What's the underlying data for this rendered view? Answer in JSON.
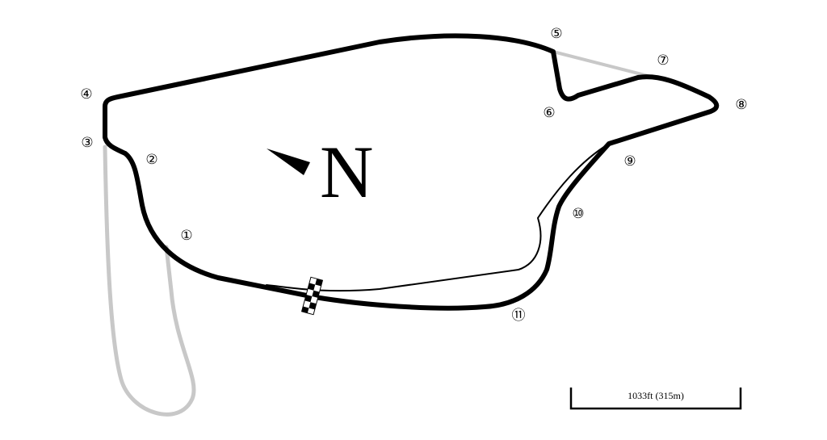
{
  "colors": {
    "background": "#ffffff",
    "main_track": "#000000",
    "unused_track": "#c8c8c8"
  },
  "north_arrow": {
    "letter": "N",
    "icon": "north-arrow-icon"
  },
  "start_finish": {
    "icon": "checkered-flag-icon"
  },
  "scale_bar": {
    "label": "1033ft (315m)"
  },
  "corners": [
    {
      "id": "1",
      "glyph": "①"
    },
    {
      "id": "2",
      "glyph": "②"
    },
    {
      "id": "3",
      "glyph": "③"
    },
    {
      "id": "4",
      "glyph": "④"
    },
    {
      "id": "5",
      "glyph": "⑤"
    },
    {
      "id": "6",
      "glyph": "⑥"
    },
    {
      "id": "7",
      "glyph": "⑦"
    },
    {
      "id": "8",
      "glyph": "⑧"
    },
    {
      "id": "9",
      "glyph": "⑨"
    },
    {
      "id": "10",
      "glyph": "⑩"
    },
    {
      "id": "11",
      "glyph": "⑪"
    }
  ]
}
